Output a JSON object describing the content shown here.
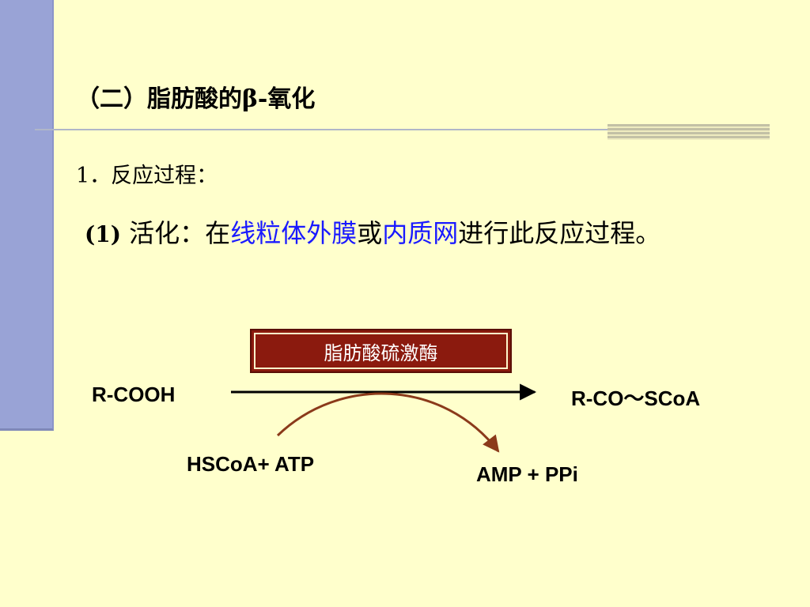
{
  "slide": {
    "title": "（二）脂肪酸的β-氧化",
    "section": "1．反应过程：",
    "step_number": "(1)",
    "step_label": " 活化：",
    "step_text_1": "在",
    "step_highlight_1": "线粒体外膜",
    "step_text_2": "或",
    "step_highlight_2": "内质网",
    "step_text_3": "进行此反应过程。"
  },
  "diagram": {
    "enzyme": "脂肪酸硫激酶",
    "substrate": "R-COOH",
    "product": "R-CO～SCoA",
    "cofactors": "HSCoA+ ATP",
    "byproducts": "AMP + PPi"
  },
  "colors": {
    "background": "#ffffcc",
    "sidebar": "#99a3d6",
    "highlight_text": "#1a1aff",
    "enzyme_box": "#8b1a0e",
    "curve_arrow": "#8b3a1a"
  }
}
